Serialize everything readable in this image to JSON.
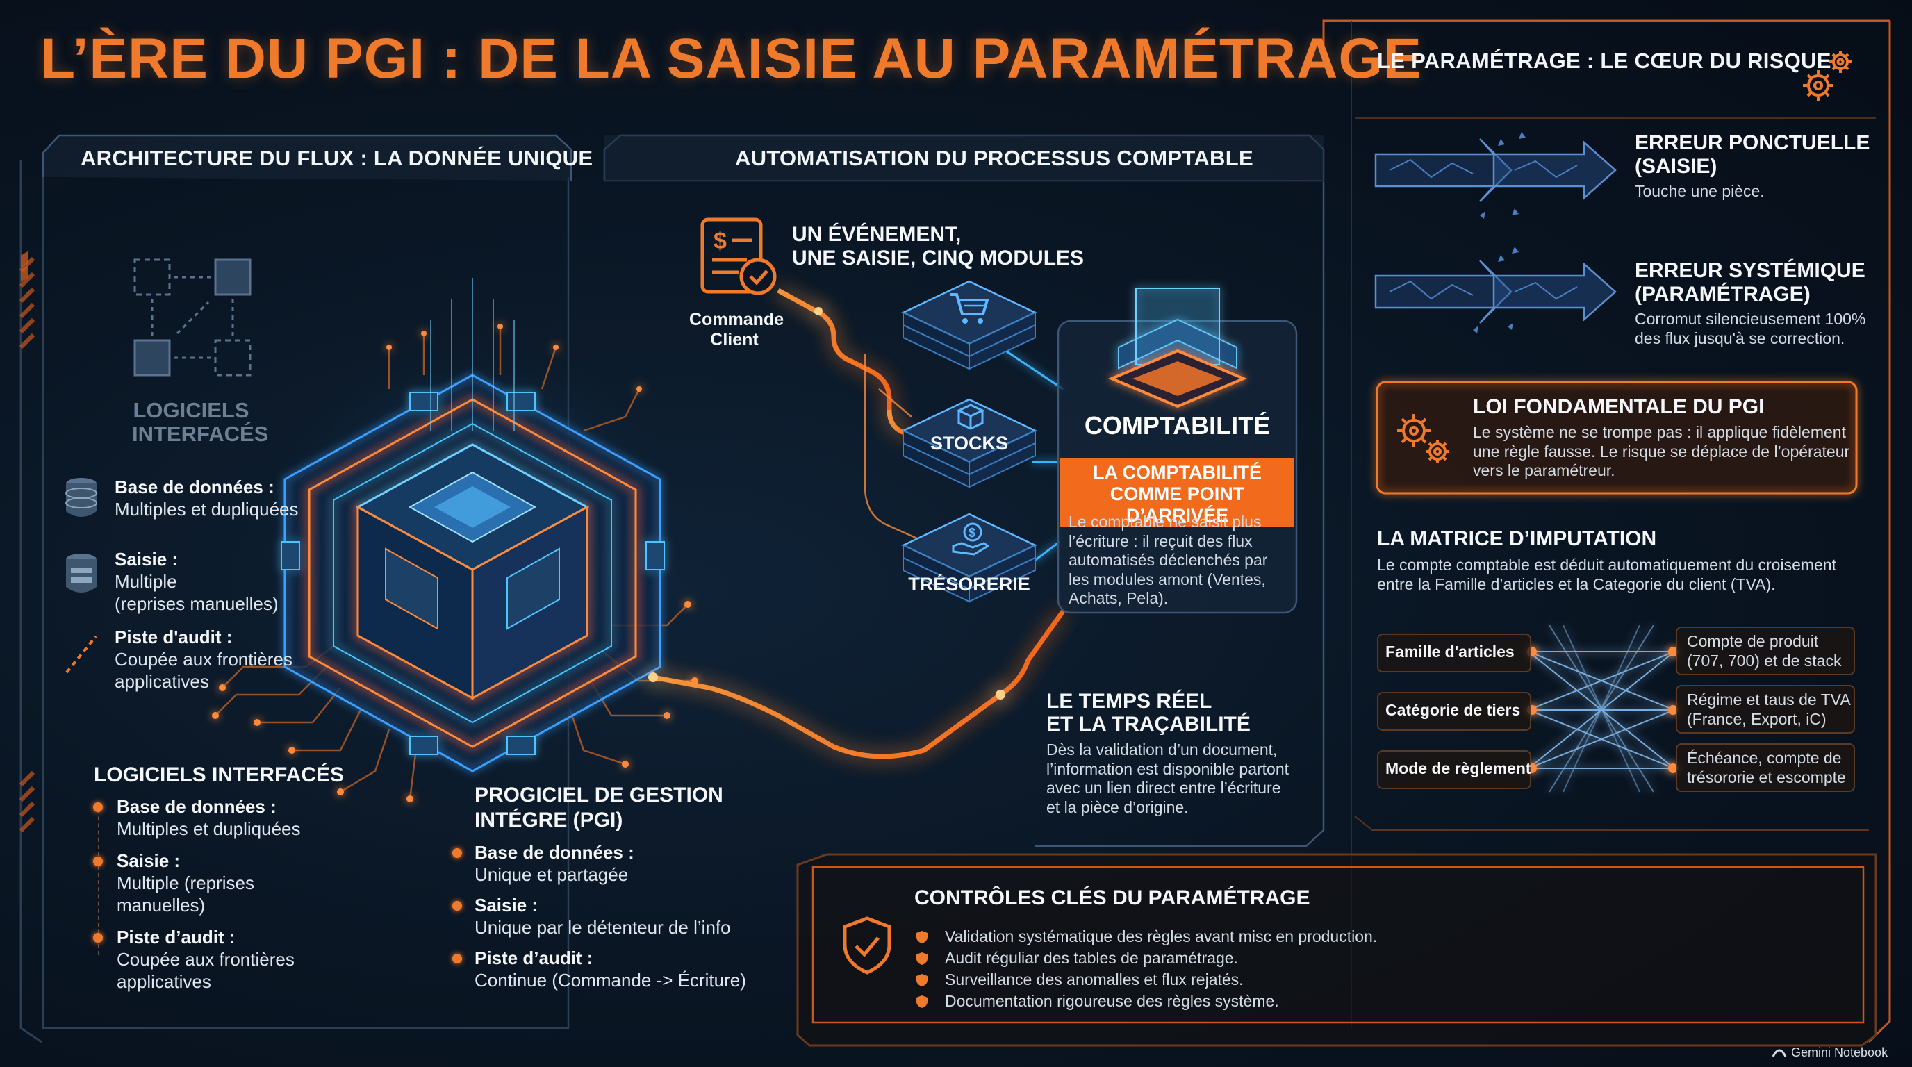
{
  "title": "L’ÈRE DU PGI : DE LA SAISIE AU PARAMÉTRAGE",
  "colors": {
    "accent": "#f07a2c",
    "accent_bright": "#f26b1d",
    "cyan": "#4fc3ff",
    "panel_border": "#2f4a66",
    "background": "#0a1624"
  },
  "left_panel": {
    "title": "ARCHITECTURE DU FLUX : LA DONNÉE UNIQUE",
    "faded_label_line1": "LOGICIELS",
    "faded_label_line2": "INTERFACÉS",
    "items": [
      {
        "icon": "database-icon",
        "label": "Base de données :",
        "value_line1": "Multiples et dupliquées",
        "value_line2": ""
      },
      {
        "icon": "database-stack-icon",
        "label": "Saisie :",
        "value_line1": "Multiple",
        "value_line2": "(reprises manuelles)"
      },
      {
        "icon": "broken-line-icon",
        "label": "Piste d'audit :",
        "value_line1": "Coupée aux frontières",
        "value_line2": "applicatives"
      }
    ],
    "interfaced": {
      "title": "LOGICIELS INTERFACÉS",
      "items": [
        {
          "label": "Base de données :",
          "value_line1": "Multiples et dupliquées",
          "value_line2": ""
        },
        {
          "label": "Saisie :",
          "value_line1": "Multiple (reprises",
          "value_line2": "manuelles)"
        },
        {
          "label": "Piste d’audit :",
          "value_line1": "Coupée aux frontières",
          "value_line2": "applicatives"
        }
      ]
    },
    "pgi": {
      "title_line1": "PROGICIEL DE GESTION",
      "title_line2": "INTÉGRE (PGI)",
      "items": [
        {
          "label": "Base de données :",
          "value": "Unique et partagée"
        },
        {
          "label": "Saisie :",
          "value": "Unique par le détenteur de l’info"
        },
        {
          "label": "Piste d’audit :",
          "value": "Continue (Commande -> Écriture)"
        }
      ]
    }
  },
  "center_panel": {
    "title": "AUTOMATISATION DU PROCESSUS COMPTABLE",
    "event_line1": "UN ÉVÉNEMENT,",
    "event_line2": "UNE SAISIE, CINQ MODULES",
    "order_line1": "Commande",
    "order_line2": "Client",
    "modules": [
      {
        "icon": "cart-icon",
        "label": ""
      },
      {
        "icon": "box-icon",
        "label": "STOCKS"
      },
      {
        "icon": "money-hand-icon",
        "label": "TRÉSORERIE"
      }
    ],
    "accounting": {
      "title": "COMPTABILITÉ",
      "band_line1": "LA COMPTABILITÉ",
      "band_line2": "COMME POINT D’ARRIVÉE",
      "desc": [
        "Le comptable ne saisit plus",
        "l’écriture : il reçuit des flux",
        "automatisés déclenchés par",
        "les modules amont (Ventes,",
        "Achats, Pela)."
      ]
    },
    "realtime": {
      "title_line1": "LE TEMPS RÉEL",
      "title_line2": "ET LA TRAÇABILITÉ",
      "desc": [
        "Dès la validation d’un document,",
        "l’information est disponible partont",
        "avec un lien direct entre l’écriture",
        "et la pièce d’origine."
      ]
    }
  },
  "right_panel": {
    "title": "LE PARAMÉTRAGE : LE CŒUR DU RISQUE",
    "errors": [
      {
        "title_line1": "ERREUR PONCTUELLE",
        "title_line2": "(SAISIE)",
        "desc_line1": "Touche une pièce.",
        "desc_line2": ""
      },
      {
        "title_line1": "ERREUR SYSTÉMIQUE",
        "title_line2": "(PARAMÉTRAGE)",
        "desc_line1": "Corromut silencieusement 100%",
        "desc_line2": "des flux jusqu'à se correction."
      }
    ],
    "law": {
      "title": "LOI FONDAMENTALE DU PGI",
      "lines": [
        "Le système ne se trompe pas : il applique fidèlement",
        "une règle fausse. Le risque se déplace de l’opérateur",
        "vers le paramétreur."
      ]
    },
    "matrix": {
      "title": "LA MATRICE D’IMPUTATION",
      "desc_line1": "Le compte comptable est déduit automatiquement du croisement",
      "desc_line2": "entre la Famille d’articles et la Categorie du client (TVA).",
      "inputs": [
        "Famille d'articles",
        "Catégorie de tiers",
        "Mode de règlement"
      ],
      "outputs": [
        {
          "line1": "Compte de produit",
          "line2": "(707, 700) et de stack"
        },
        {
          "line1": "Régime et taus de TVA",
          "line2": "(France, Export, iC)"
        },
        {
          "line1": "Échéance, compte de",
          "line2": "trésororie et escompte"
        }
      ]
    }
  },
  "controls": {
    "title": "CONTRÔLES CLÉS DU PARAMÉTRAGE",
    "items": [
      "Validation systématique des règles avant misc en production.",
      "Audit réguliar des tables de paramétrage.",
      "Surveillance des anomalles et flux rejatés.",
      "Documentation rigoureuse des règles système."
    ]
  },
  "footer": {
    "brand": "Gemini Notebook"
  }
}
